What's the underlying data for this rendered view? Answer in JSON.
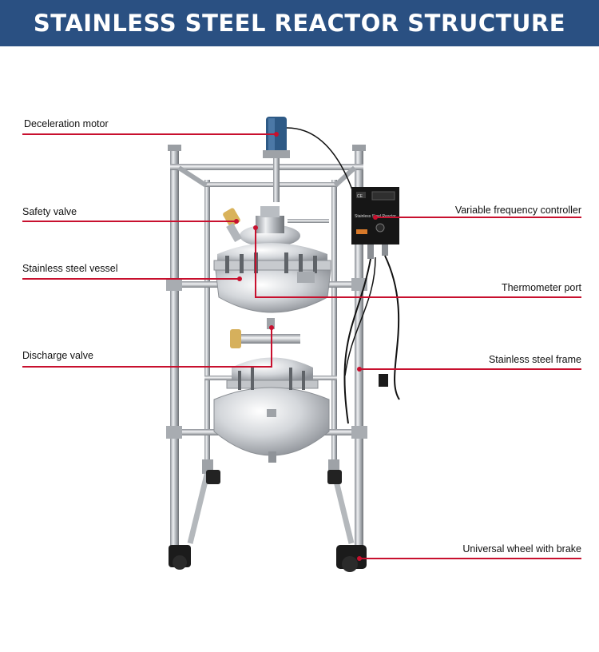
{
  "header": {
    "title": "STAINLESS STEEL REACTOR STRUCTURE"
  },
  "controller": {
    "panel_text": "Stainless Steel Reactor",
    "mark": "CE"
  },
  "colors": {
    "header_bg": "#2a5082",
    "callout_line": "#c8102e",
    "text": "#111111"
  },
  "labels": {
    "deceleration_motor": "Deceleration motor",
    "safety_valve": "Safety valve",
    "stainless_steel_vessel": "Stainless steel vessel",
    "discharge_valve": "Discharge valve",
    "variable_frequency_controller": "Variable frequency controller",
    "thermometer_port": "Thermometer port",
    "stainless_steel_frame": "Stainless steel frame",
    "universal_wheel_with_brake": "Universal wheel with brake"
  }
}
